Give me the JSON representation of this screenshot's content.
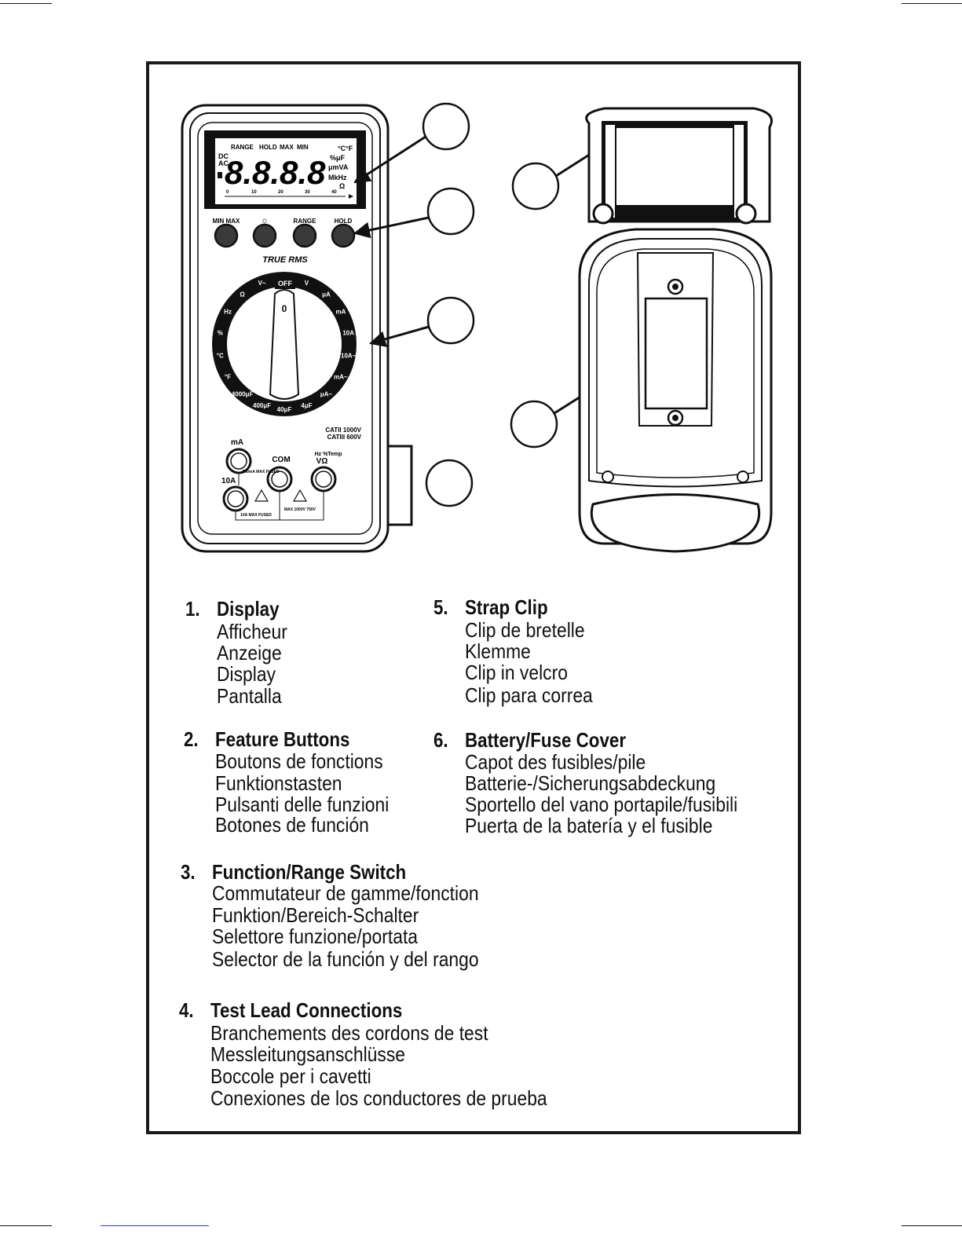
{
  "meter": {
    "lcd": {
      "top_labels": [
        "RANGE",
        "HOLD",
        "MAX",
        "MIN"
      ],
      "mode_dc": "DC",
      "mode_ac": "AC",
      "digits": "8.8.8.8",
      "units_line1": "°C°F",
      "units_line2": "%μF",
      "units_line3": "μmVA",
      "units_line4": "MkHz",
      "units_line5": "Ω",
      "bargraph_ticks": [
        "0",
        "10",
        "20",
        "30",
        "40"
      ]
    },
    "buttons": [
      "MIN MAX",
      "☼",
      "RANGE",
      "HOLD"
    ],
    "true_rms": "TRUE RMS",
    "dial": {
      "off": "OFF",
      "positions": [
        "V~",
        "Ω",
        "Hz",
        "%",
        "°C",
        "°F",
        "4000μF",
        "400μF",
        "40μF",
        "4μF",
        "μA~",
        "mA~",
        "10A~",
        "10A",
        "mA",
        "μA",
        "V"
      ]
    },
    "cat_ratings": [
      "CATII 1000V",
      "CATIII 600V"
    ],
    "jacks": {
      "ma": "mA",
      "a10": "10A",
      "com": "COM",
      "v": "VΩ",
      "v_sub": "Hz %Temp",
      "fuse_note_1": "500mA MAX FUSED",
      "fuse_note_2": "10A MAX FUSED",
      "max_note": "MAX 1000V 750V"
    }
  },
  "legend": [
    {
      "num": "1.",
      "title": "Display",
      "translations": [
        "Afficheur",
        "Anzeige",
        "Display",
        "Pantalla"
      ]
    },
    {
      "num": "2.",
      "title": "Feature Buttons",
      "translations": [
        "Boutons de fonctions",
        "Funktionstasten",
        "Pulsanti delle funzioni",
        "Botones de función"
      ]
    },
    {
      "num": "3.",
      "title": "Function/Range Switch",
      "translations": [
        "Commutateur de gamme/fonction",
        "Funktion/Bereich-Schalter",
        "Selettore funzione/portata",
        "Selector de la función y del rango"
      ]
    },
    {
      "num": "4.",
      "title": "Test Lead Connections",
      "translations": [
        "Branchements des cordons de test",
        "Messleitungsanschlüsse",
        "Boccole per i cavetti",
        "Conexiones de los conductores de prueba"
      ]
    },
    {
      "num": "5.",
      "title": "Strap Clip",
      "translations": [
        "Clip de bretelle",
        "Klemme",
        "Clip in velcro",
        "Clip para correa"
      ]
    },
    {
      "num": "6.",
      "title": "Battery/Fuse Cover",
      "translations": [
        "Capot des fusibles/pile",
        "Batterie-/Sicherungsabdeckung",
        "Sportello del vano portapile/fusibili",
        "Puerta de la batería y el fusible"
      ]
    }
  ]
}
